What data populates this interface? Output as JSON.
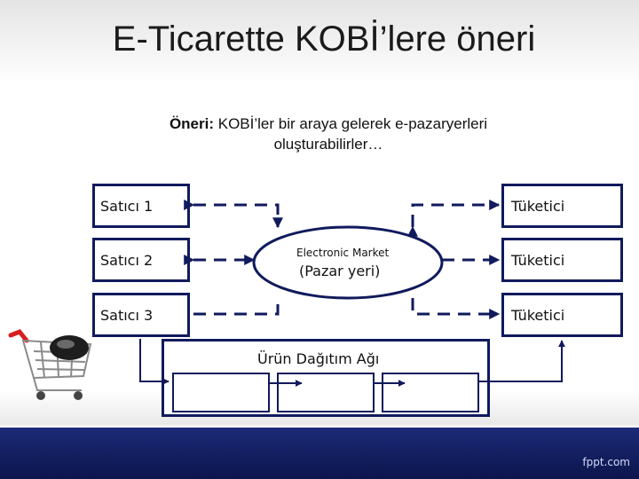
{
  "slide": {
    "title": "E-Ticarette KOBİ’lere öneri",
    "suggestion_prefix": "Öneri:",
    "suggestion_text": " KOBİ’ler bir araya gelerek e-pazaryerleri oluşturabilirler…"
  },
  "diagram": {
    "sellers": [
      "Satıcı 1",
      "Satıcı 2",
      "Satıcı 3"
    ],
    "consumers": [
      "Tüketici",
      "Tüketici",
      "Tüketici"
    ],
    "market_title": "Electronic Market",
    "market_subtitle": "(Pazar yeri)",
    "distribution_label": "Ürün Dağıtım Ağı"
  },
  "footer": {
    "brand": "fppt.com"
  },
  "colors": {
    "box_border": "#101a5c",
    "footer": "#0c154c"
  }
}
